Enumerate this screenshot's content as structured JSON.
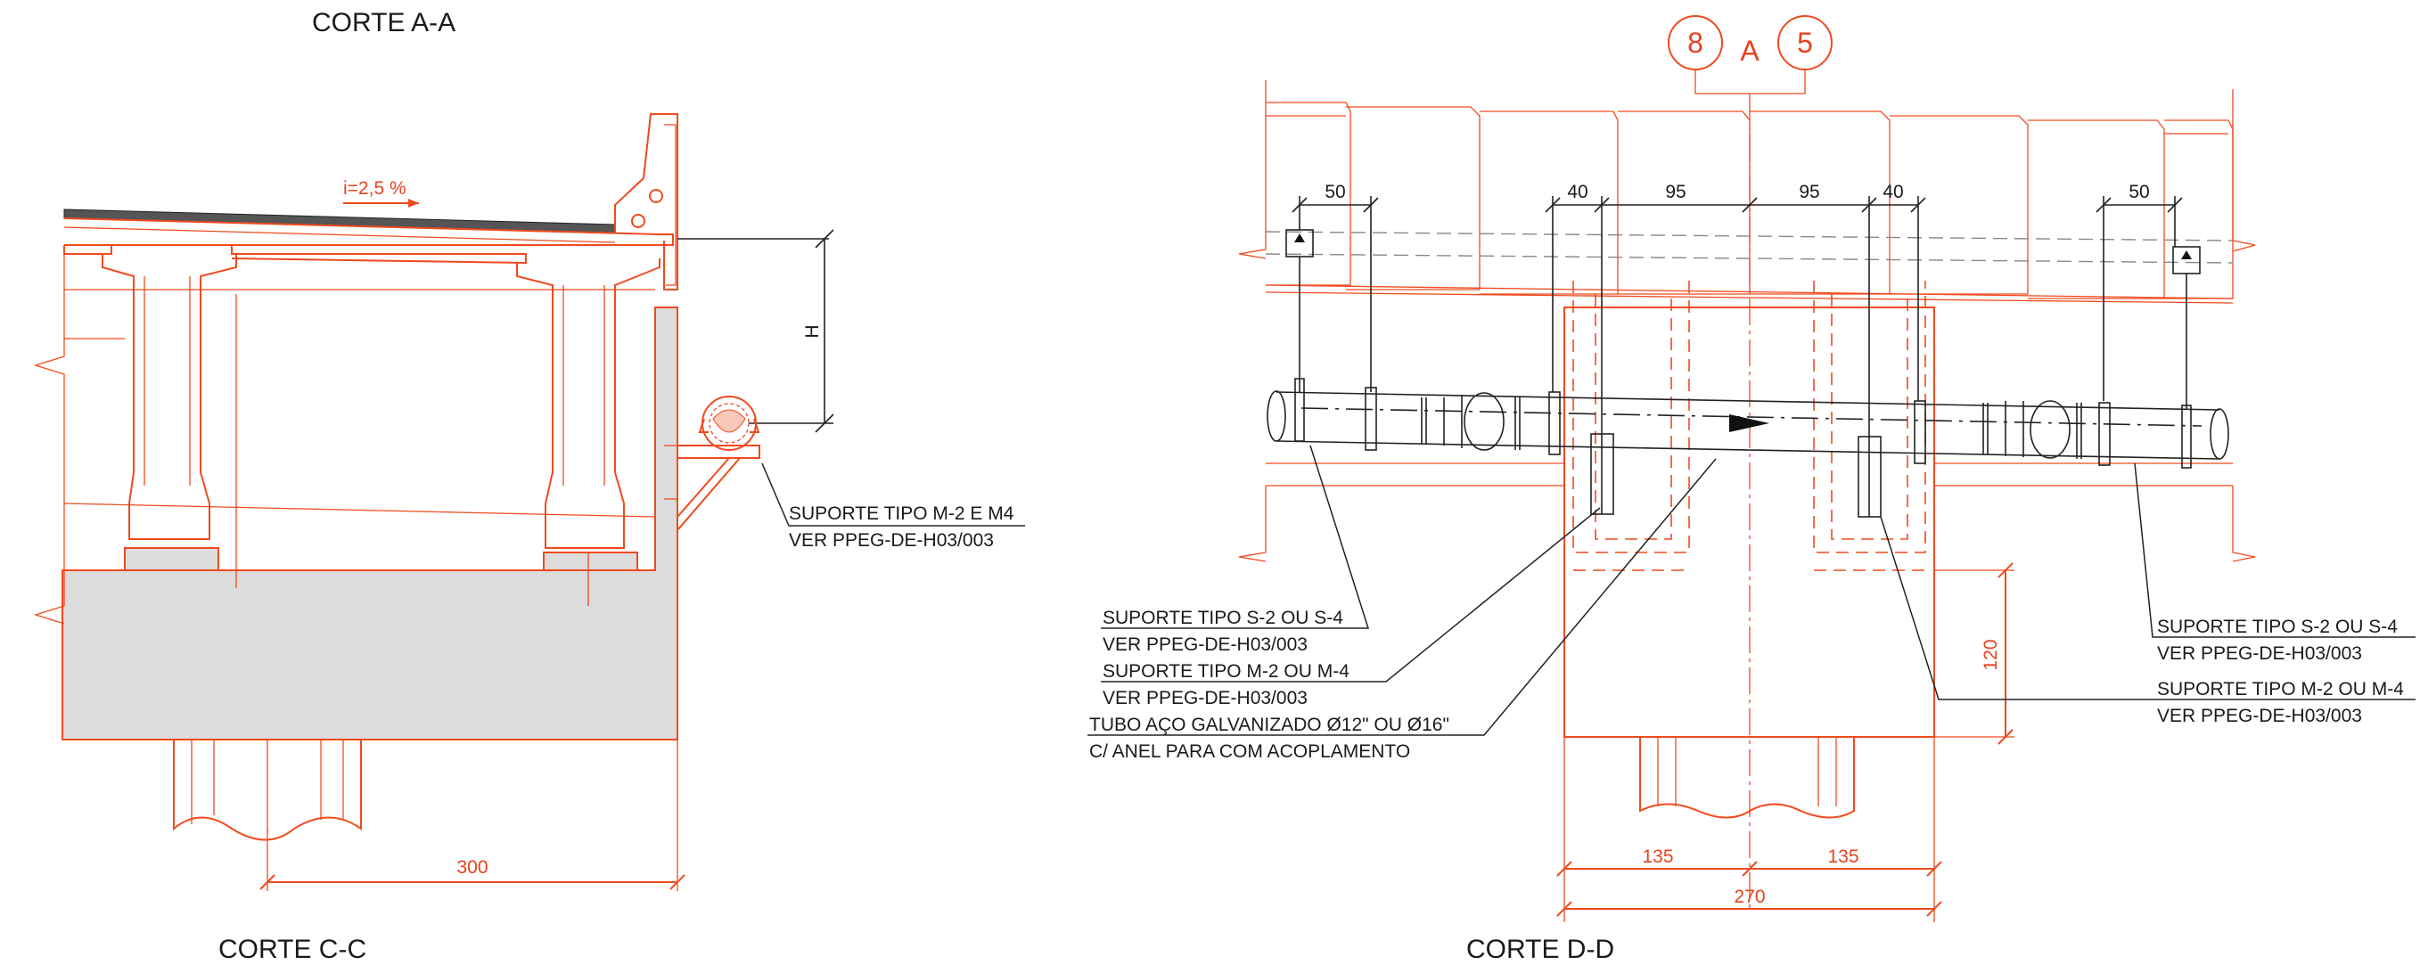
{
  "titles": {
    "section_aa": "CORTE A-A",
    "section_cc": "CORTE C-C",
    "section_dd": "CORTE D-D"
  },
  "left_view": {
    "slope_label": "i=2,5 %",
    "height_label": "H",
    "width_dim": "300",
    "support_note_line1": "SUPORTE TIPO M-2 E M4",
    "support_note_line2": "VER PPEG-DE-H03/003"
  },
  "right_view": {
    "axis_bubbles": [
      "8",
      "A",
      "5"
    ],
    "top_dims": [
      "50",
      "40",
      "95",
      "95",
      "40",
      "50"
    ],
    "bottom_dims": [
      "135",
      "135",
      "270"
    ],
    "height_dim": "120",
    "notes": [
      {
        "line1": "SUPORTE TIPO S-2 OU S-4",
        "line2": "VER PPEG-DE-H03/003"
      },
      {
        "line1": "SUPORTE TIPO M-2 OU M-4",
        "line2": "VER PPEG-DE-H03/003"
      },
      {
        "line1": "TUBO AÇO GALVANIZADO Ø12\" OU Ø16\"",
        "line2": "C/ ANEL PARA COM ACOPLAMENTO"
      },
      {
        "line1": "SUPORTE TIPO S-2 OU S-4",
        "line2": "VER PPEG-DE-H03/003"
      },
      {
        "line1": "SUPORTE TIPO M-2 OU M-4",
        "line2": "VER PPEG-DE-H03/003"
      }
    ]
  },
  "colors": {
    "line_red": "#f04a1e",
    "concrete_gray": "#dcdcdc",
    "roof_dark": "#555555",
    "text": "#1a1a1a"
  }
}
